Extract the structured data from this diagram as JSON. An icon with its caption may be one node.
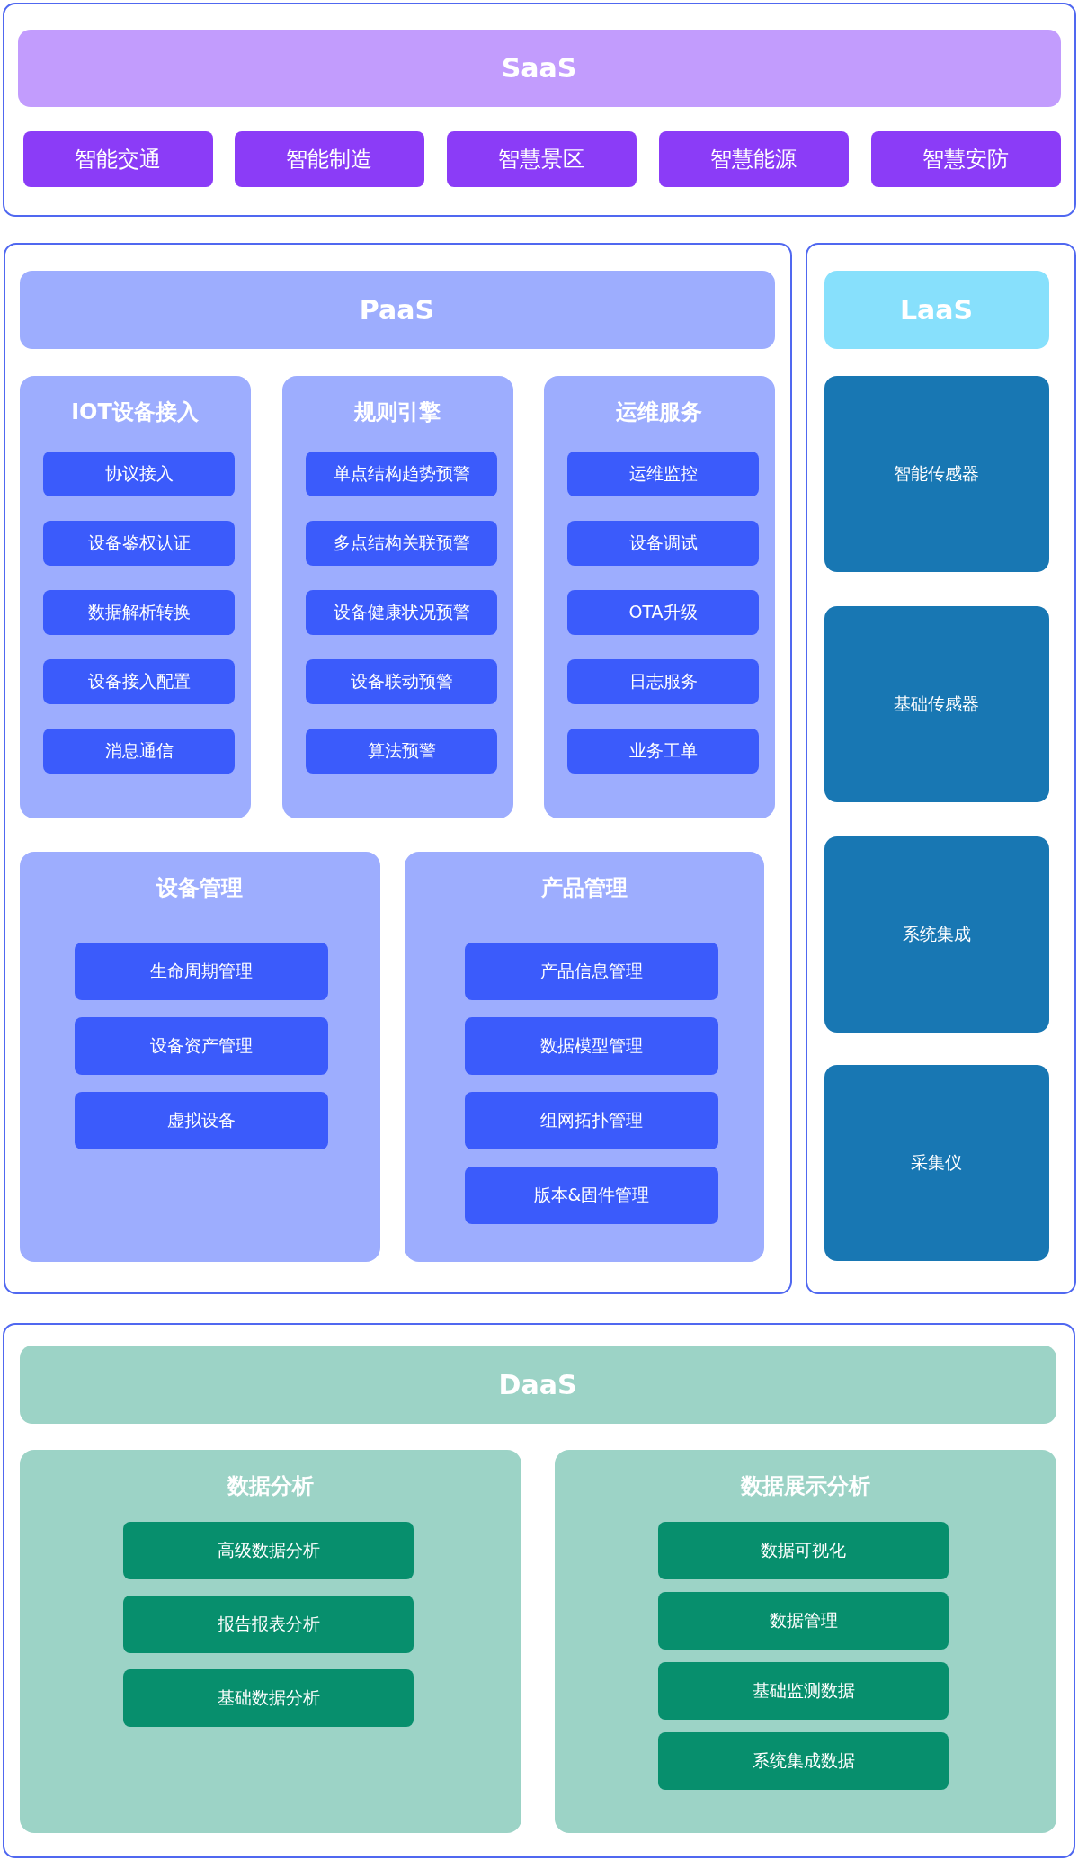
{
  "diagram": {
    "nodes": [
      {
        "text": [],
        "shape": "box"
      },
      {
        "text": [
          "SaaS"
        ],
        "in": 0
      },
      {
        "text": [
          "智能交通"
        ],
        "in": 0
      },
      {
        "text": [
          "智能制造"
        ],
        "in": 0
      },
      {
        "text": [
          "智慧景区"
        ],
        "in": 0
      },
      {
        "text": [
          "智慧能源"
        ],
        "in": 0
      },
      {
        "text": [
          "智慧安防"
        ],
        "in": 0
      },
      {
        "text": [],
        "shape": "box"
      },
      {
        "text": [
          "PaaS"
        ],
        "in": 7
      },
      {
        "text": [
          "IOT设备接入"
        ],
        "in": 7
      },
      {
        "text": [
          "协议接入"
        ],
        "in": 9
      },
      {
        "text": [
          "设备鉴权认证"
        ],
        "in": 9
      },
      {
        "text": [
          "数据解析转换"
        ],
        "in": 9
      },
      {
        "text": [
          "设备接入配置"
        ],
        "in": 9
      },
      {
        "text": [
          "消息通信"
        ],
        "in": 9
      },
      {
        "text": [
          "规则引擎"
        ],
        "in": 7
      },
      {
        "text": [
          "单点结构趋势预警"
        ],
        "in": 15
      },
      {
        "text": [
          "多点结构关联预警"
        ],
        "in": 15
      },
      {
        "text": [
          "设备健康状况预警"
        ],
        "in": 15
      },
      {
        "text": [
          "设备联动预警"
        ],
        "in": 15
      },
      {
        "text": [
          "算法预警"
        ],
        "in": 15
      },
      {
        "text": [
          "运维服务"
        ],
        "in": 7
      },
      {
        "text": [
          "运维监控"
        ],
        "in": 21
      },
      {
        "text": [
          "设备调试"
        ],
        "in": 21
      },
      {
        "text": [
          "OTA升级"
        ],
        "in": 21
      },
      {
        "text": [
          "日志服务"
        ],
        "in": 21
      },
      {
        "text": [
          "业务工单"
        ],
        "in": 21
      },
      {
        "text": [
          "设备管理"
        ],
        "in": 7
      },
      {
        "text": [
          "生命周期管理"
        ],
        "in": 27
      },
      {
        "text": [
          "设备资产管理"
        ],
        "in": 27
      },
      {
        "text": [
          "虚拟设备"
        ],
        "in": 27
      },
      {
        "text": [
          "产品管理"
        ],
        "in": 7
      },
      {
        "text": [
          "产品信息管理"
        ],
        "in": 31
      },
      {
        "text": [
          "数据模型管理"
        ],
        "in": 31
      },
      {
        "text": [
          "组网拓扑管理"
        ],
        "in": 31
      },
      {
        "text": [
          "版本&固件管理"
        ],
        "in": 31
      },
      {
        "text": [],
        "shape": "box"
      },
      {
        "text": [
          "LaaS"
        ],
        "in": 36
      },
      {
        "text": [
          "智能传感器"
        ],
        "in": 36
      },
      {
        "text": [
          "基础传感器"
        ],
        "in": 36
      },
      {
        "text": [
          "系统集成"
        ],
        "in": 36
      },
      {
        "text": [
          "采集仪"
        ],
        "in": 36
      },
      {
        "text": [],
        "shape": "box"
      },
      {
        "text": [
          "DaaS"
        ],
        "in": 42
      },
      {
        "text": [
          "数据分析"
        ],
        "in": 42
      },
      {
        "text": [
          "高级数据分析"
        ],
        "in": 44
      },
      {
        "text": [
          "报告报表分析"
        ],
        "in": 44
      },
      {
        "text": [
          "基础数据分析"
        ],
        "in": 44
      },
      {
        "text": [
          "数据展示分析"
        ],
        "in": 42
      },
      {
        "text": [
          "数据可视化"
        ],
        "in": 48
      },
      {
        "text": [
          "数据管理"
        ],
        "in": 48
      },
      {
        "text": [
          "基础监测数据"
        ],
        "in": 48
      },
      {
        "text": [
          "系统集成数据"
        ],
        "in": 48
      }
    ]
  }
}
